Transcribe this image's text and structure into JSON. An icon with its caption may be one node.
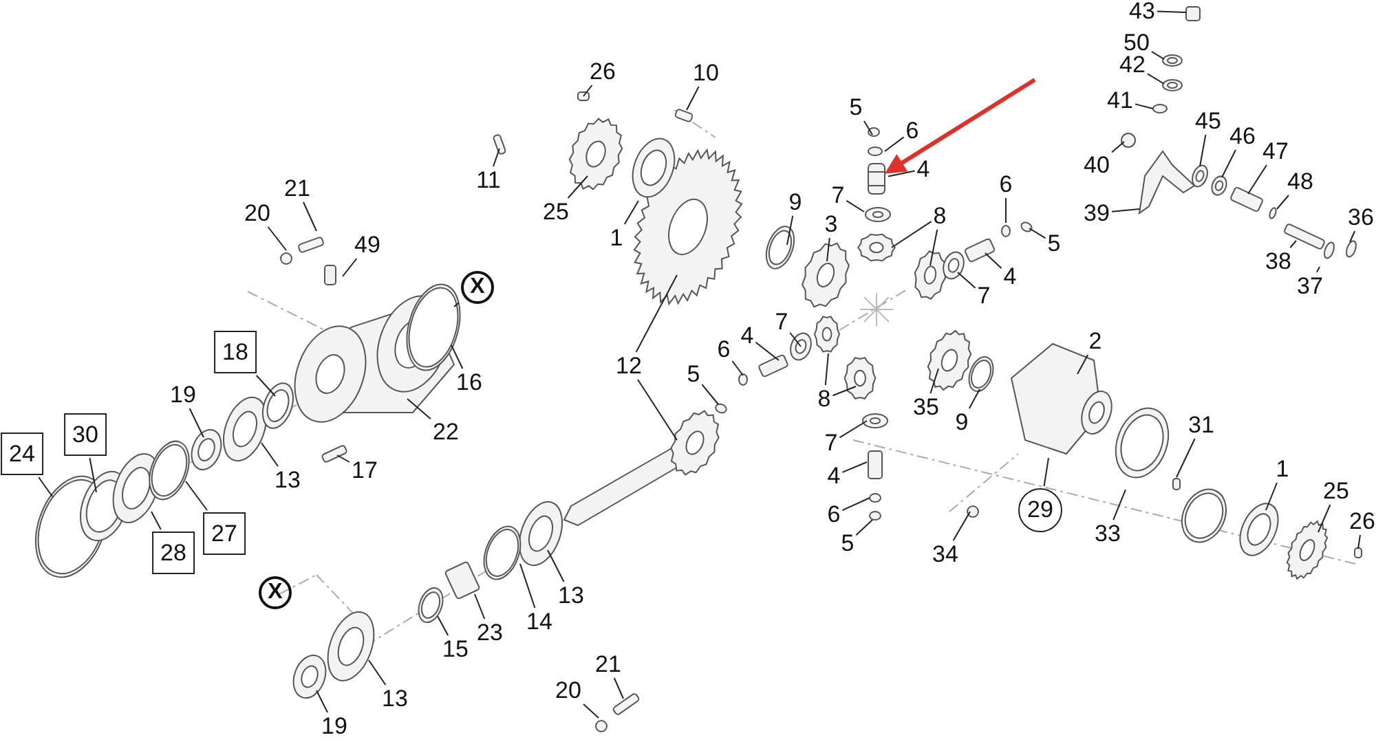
{
  "diagram": {
    "nodes": [
      {
        "text": [
          "43"
        ]
      },
      {
        "text": [
          "50"
        ]
      },
      {
        "text": [
          "42"
        ]
      },
      {
        "text": [
          "41"
        ]
      },
      {
        "text": [
          "26"
        ]
      },
      {
        "text": [
          "10"
        ]
      },
      {
        "text": [
          "45"
        ]
      },
      {
        "text": [
          "5"
        ]
      },
      {
        "text": [
          "6"
        ]
      },
      {
        "text": [
          "46"
        ]
      },
      {
        "text": [
          "47"
        ]
      },
      {
        "text": [
          "40"
        ]
      },
      {
        "text": [
          "4"
        ]
      },
      {
        "text": [
          "11"
        ]
      },
      {
        "text": [
          "48"
        ]
      },
      {
        "text": [
          "6"
        ]
      },
      {
        "text": [
          "21"
        ]
      },
      {
        "text": [
          "7"
        ]
      },
      {
        "text": [
          "9"
        ]
      },
      {
        "text": [
          "25"
        ]
      },
      {
        "text": [
          "39"
        ]
      },
      {
        "text": [
          "20"
        ]
      },
      {
        "text": [
          "8"
        ]
      },
      {
        "text": [
          "3"
        ]
      },
      {
        "text": [
          "36"
        ]
      },
      {
        "text": [
          "1"
        ]
      },
      {
        "text": [
          "5"
        ]
      },
      {
        "text": [
          "49"
        ]
      },
      {
        "text": [
          "38"
        ]
      },
      {
        "text": [
          "4"
        ]
      },
      {
        "text": [
          "37"
        ]
      },
      {
        "text": [
          "7"
        ]
      },
      {
        "text": [
          "X"
        ]
      },
      {
        "text": [
          "4"
        ]
      },
      {
        "text": [
          "7"
        ]
      },
      {
        "text": [
          "2"
        ]
      },
      {
        "text": [
          "18"
        ]
      },
      {
        "text": [
          "6"
        ]
      },
      {
        "text": [
          "12"
        ]
      },
      {
        "text": [
          "5"
        ]
      },
      {
        "text": [
          "16"
        ]
      },
      {
        "text": [
          "19"
        ]
      },
      {
        "text": [
          "35"
        ]
      },
      {
        "text": [
          "8"
        ]
      },
      {
        "text": [
          "9"
        ]
      },
      {
        "text": [
          "22"
        ]
      },
      {
        "text": [
          "30"
        ]
      },
      {
        "text": [
          "7"
        ]
      },
      {
        "text": [
          "24"
        ]
      },
      {
        "text": [
          "17"
        ]
      },
      {
        "text": [
          "13"
        ]
      },
      {
        "text": [
          "4"
        ]
      },
      {
        "text": [
          "31"
        ]
      },
      {
        "text": [
          "1"
        ]
      },
      {
        "text": [
          "25"
        ]
      },
      {
        "text": [
          "29"
        ]
      },
      {
        "text": [
          "6"
        ]
      },
      {
        "text": [
          "26"
        ]
      },
      {
        "text": [
          "33"
        ]
      },
      {
        "text": [
          "27"
        ]
      },
      {
        "text": [
          "5"
        ]
      },
      {
        "text": [
          "34"
        ]
      },
      {
        "text": [
          "28"
        ]
      },
      {
        "text": [
          "13"
        ]
      },
      {
        "text": [
          "14"
        ]
      },
      {
        "text": [
          "23"
        ]
      },
      {
        "text": [
          "15"
        ]
      },
      {
        "text": [
          "X"
        ]
      },
      {
        "text": [
          "13"
        ]
      },
      {
        "text": [
          "19"
        ]
      },
      {
        "text": [
          "20"
        ]
      },
      {
        "text": [
          "21"
        ]
      },
      {
        "text": [],
        "shape": "picture"
      }
    ],
    "edges": [
      {
        "from": 0,
        "to": null,
        "arrow": "none"
      },
      {
        "from": 1,
        "to": null,
        "arrow": "none"
      },
      {
        "from": 2,
        "to": null,
        "arrow": "none"
      },
      {
        "from": 3,
        "to": null,
        "arrow": "none"
      },
      {
        "from": 4,
        "to": null,
        "arrow": "none"
      },
      {
        "from": 5,
        "to": null,
        "arrow": "none"
      },
      {
        "from": 6,
        "to": null,
        "arrow": "none"
      },
      {
        "from": 7,
        "to": null,
        "arrow": "none"
      },
      {
        "from": 8,
        "to": null,
        "arrow": "none"
      },
      {
        "from": 9,
        "to": null,
        "arrow": "none"
      },
      {
        "from": 10,
        "to": null,
        "arrow": "none"
      },
      {
        "from": 11,
        "to": null,
        "arrow": "none"
      },
      {
        "from": 12,
        "to": 72,
        "arrow": "none"
      },
      {
        "from": 13,
        "to": null,
        "arrow": "none"
      },
      {
        "from": 14,
        "to": null,
        "arrow": "none"
      },
      {
        "from": 15,
        "to": null,
        "arrow": "none"
      },
      {
        "from": 16,
        "to": null,
        "arrow": "none"
      },
      {
        "from": 17,
        "to": null,
        "arrow": "none"
      },
      {
        "from": 18,
        "to": null,
        "arrow": "none"
      },
      {
        "from": 19,
        "to": null,
        "arrow": "none"
      },
      {
        "from": 20,
        "to": null,
        "arrow": "none"
      },
      {
        "from": 21,
        "to": null,
        "arrow": "none"
      },
      {
        "from": 22,
        "to": null,
        "arrow": "none"
      },
      {
        "from": 22,
        "to": null,
        "arrow": "none"
      },
      {
        "from": 23,
        "to": null,
        "arrow": "none"
      },
      {
        "from": 24,
        "to": null,
        "arrow": "none"
      },
      {
        "from": 25,
        "to": null,
        "arrow": "none"
      },
      {
        "from": 26,
        "to": null,
        "arrow": "none"
      },
      {
        "from": 27,
        "to": null,
        "arrow": "none"
      },
      {
        "from": 28,
        "to": null,
        "arrow": "none"
      },
      {
        "from": 29,
        "to": null,
        "arrow": "none"
      },
      {
        "from": 30,
        "to": null,
        "arrow": "none"
      },
      {
        "from": 31,
        "to": null,
        "arrow": "none"
      },
      {
        "from": 32,
        "to": null,
        "arrow": "none"
      },
      {
        "from": 33,
        "to": null,
        "arrow": "none"
      },
      {
        "from": 34,
        "to": null,
        "arrow": "none"
      },
      {
        "from": 35,
        "to": null,
        "arrow": "none"
      },
      {
        "from": 36,
        "to": null,
        "arrow": "none"
      },
      {
        "from": 37,
        "to": null,
        "arrow": "none"
      },
      {
        "from": 38,
        "to": null,
        "arrow": "none"
      },
      {
        "from": 38,
        "to": null,
        "arrow": "none"
      },
      {
        "from": 39,
        "to": null,
        "arrow": "none"
      },
      {
        "from": 40,
        "to": null,
        "arrow": "none"
      },
      {
        "from": 41,
        "to": null,
        "arrow": "none"
      },
      {
        "from": 42,
        "to": null,
        "arrow": "none"
      },
      {
        "from": 43,
        "to": null,
        "arrow": "none"
      },
      {
        "from": 43,
        "to": null,
        "arrow": "none"
      },
      {
        "from": 44,
        "to": null,
        "arrow": "none"
      },
      {
        "from": 45,
        "to": null,
        "arrow": "none"
      },
      {
        "from": 46,
        "to": null,
        "arrow": "none"
      },
      {
        "from": 47,
        "to": null,
        "arrow": "none"
      },
      {
        "from": 48,
        "to": null,
        "arrow": "none"
      },
      {
        "from": 49,
        "to": null,
        "arrow": "none"
      },
      {
        "from": 50,
        "to": null,
        "arrow": "none"
      },
      {
        "from": 51,
        "to": null,
        "arrow": "none"
      },
      {
        "from": 52,
        "to": null,
        "arrow": "none"
      },
      {
        "from": 53,
        "to": null,
        "arrow": "none"
      },
      {
        "from": 54,
        "to": null,
        "arrow": "none"
      },
      {
        "from": 55,
        "to": null,
        "arrow": "none"
      },
      {
        "from": 56,
        "to": null,
        "arrow": "none"
      },
      {
        "from": 57,
        "to": null,
        "arrow": "none"
      },
      {
        "from": 58,
        "to": null,
        "arrow": "none"
      },
      {
        "from": 59,
        "to": null,
        "arrow": "none"
      },
      {
        "from": 60,
        "to": null,
        "arrow": "none"
      },
      {
        "from": 61,
        "to": null,
        "arrow": "none"
      },
      {
        "from": 62,
        "to": null,
        "arrow": "none"
      },
      {
        "from": 63,
        "to": null,
        "arrow": "none"
      },
      {
        "from": 64,
        "to": null,
        "arrow": "none"
      },
      {
        "from": 65,
        "to": null,
        "arrow": "none"
      },
      {
        "from": 66,
        "to": null,
        "arrow": "none"
      },
      {
        "from": 68,
        "to": null,
        "arrow": "none"
      },
      {
        "from": 69,
        "to": null,
        "arrow": "none"
      },
      {
        "from": 70,
        "to": null,
        "arrow": "none"
      },
      {
        "from": 71,
        "to": null,
        "arrow": "none"
      },
      {
        "from": null,
        "to": 72,
        "arrow": "to",
        "style": "thick",
        "color": "#e0302a"
      }
    ]
  }
}
